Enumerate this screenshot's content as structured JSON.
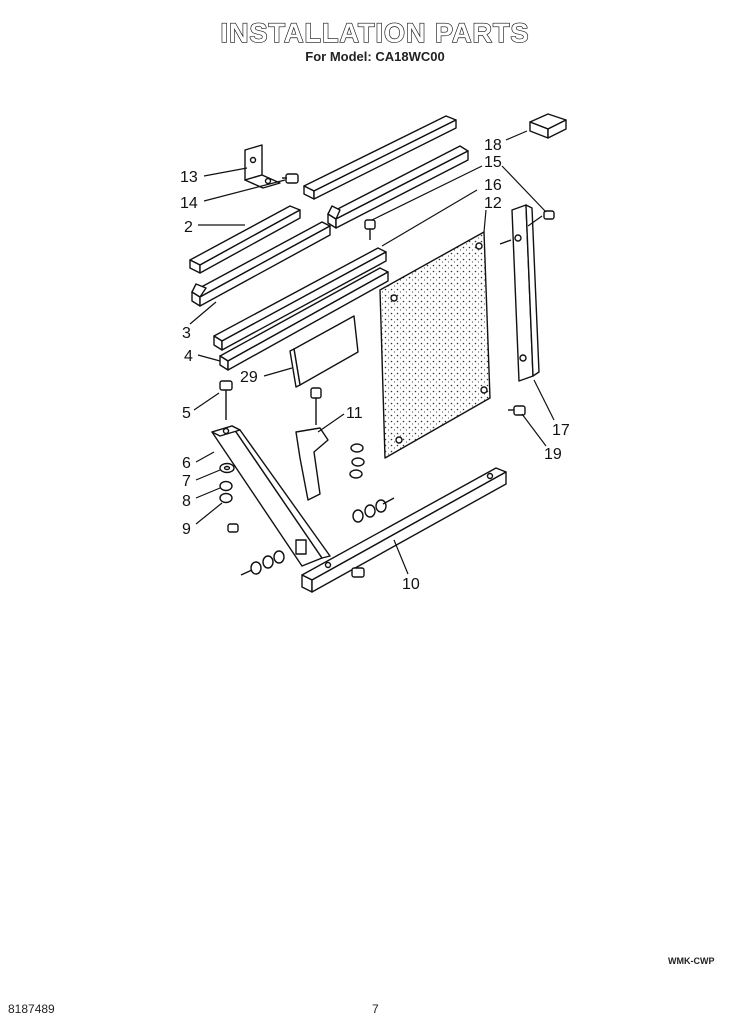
{
  "header": {
    "title": "INSTALLATION PARTS",
    "subtitle": "For Model: CA18WC00"
  },
  "callouts": [
    {
      "id": "c18",
      "label": "18"
    },
    {
      "id": "c15",
      "label": "15"
    },
    {
      "id": "c16",
      "label": "16"
    },
    {
      "id": "c12",
      "label": "12"
    },
    {
      "id": "c13",
      "label": "13"
    },
    {
      "id": "c14",
      "label": "14"
    },
    {
      "id": "c2",
      "label": "2"
    },
    {
      "id": "c3",
      "label": "3"
    },
    {
      "id": "c4",
      "label": "4"
    },
    {
      "id": "c29",
      "label": "29"
    },
    {
      "id": "c5",
      "label": "5"
    },
    {
      "id": "c11",
      "label": "11"
    },
    {
      "id": "c6",
      "label": "6"
    },
    {
      "id": "c7",
      "label": "7"
    },
    {
      "id": "c8",
      "label": "8"
    },
    {
      "id": "c9",
      "label": "9"
    },
    {
      "id": "c17",
      "label": "17"
    },
    {
      "id": "c19",
      "label": "19"
    },
    {
      "id": "c10",
      "label": "10"
    }
  ],
  "footer": {
    "doc_number": "8187489",
    "page_number": "7",
    "code": "WMK-CWP"
  },
  "colors": {
    "ink": "#111111",
    "paper": "#ffffff"
  }
}
